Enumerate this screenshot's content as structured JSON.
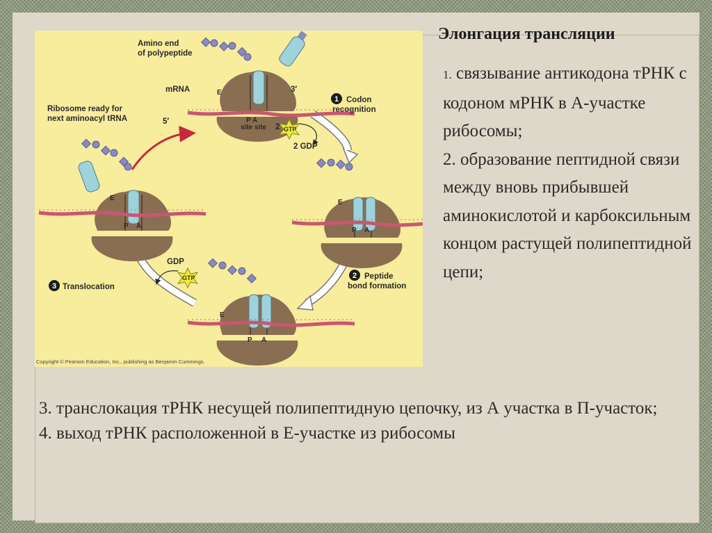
{
  "slide": {
    "title": "Элонгация трансляции",
    "item1_number": "1.",
    "item1_text": " связывание антикодона тРНК с кодоном мРНК в А-участке рибосомы;",
    "item2_text": "2. образование пептидной связи между вновь прибывшей аминокислотой и карбоксильным концом растущей полипептидной цепи;",
    "item3_text": "3. транслокация тРНК несущей полипептидную цепочку, из А участка в П-участок;",
    "item4_text": "4. выход тРНК расположенной в Е-участке из рибосомы"
  },
  "figure": {
    "labels": {
      "amino_end": [
        "Amino end",
        "of polypeptide"
      ],
      "mrna": "mRNA",
      "three_prime": "3′",
      "five_prime": "5′",
      "ribosome_ready": [
        "Ribosome ready for",
        "next aminoacyl tRNA"
      ],
      "step1_num": "1",
      "step1": [
        "Codon",
        "recognition"
      ],
      "step2_num": "2",
      "step2": [
        "Peptide",
        "bond formation"
      ],
      "step3_num": "3",
      "step3": "Translocation",
      "gtp_count": "2",
      "gtp": "GTP",
      "gdp_count": "2 GDP",
      "gdp": "GDP",
      "site_e": "E",
      "site_p": "P",
      "site_a": "A",
      "site_pa": "P    A",
      "site_sites": "site site"
    },
    "copyright": "Copyright © Pearson Education, Inc., publishing as Benjamin Cummings.",
    "colors": {
      "background": "#f8ec9d",
      "ribosome": "#8a6e52",
      "ribosome_dark": "#5b4535",
      "trna": "#9ed2dc",
      "mrna": "#c7586e",
      "polypeptide": "#8a8ac2",
      "gtp_burst": "#f0e936",
      "arrow_red": "#c52a3e"
    }
  }
}
